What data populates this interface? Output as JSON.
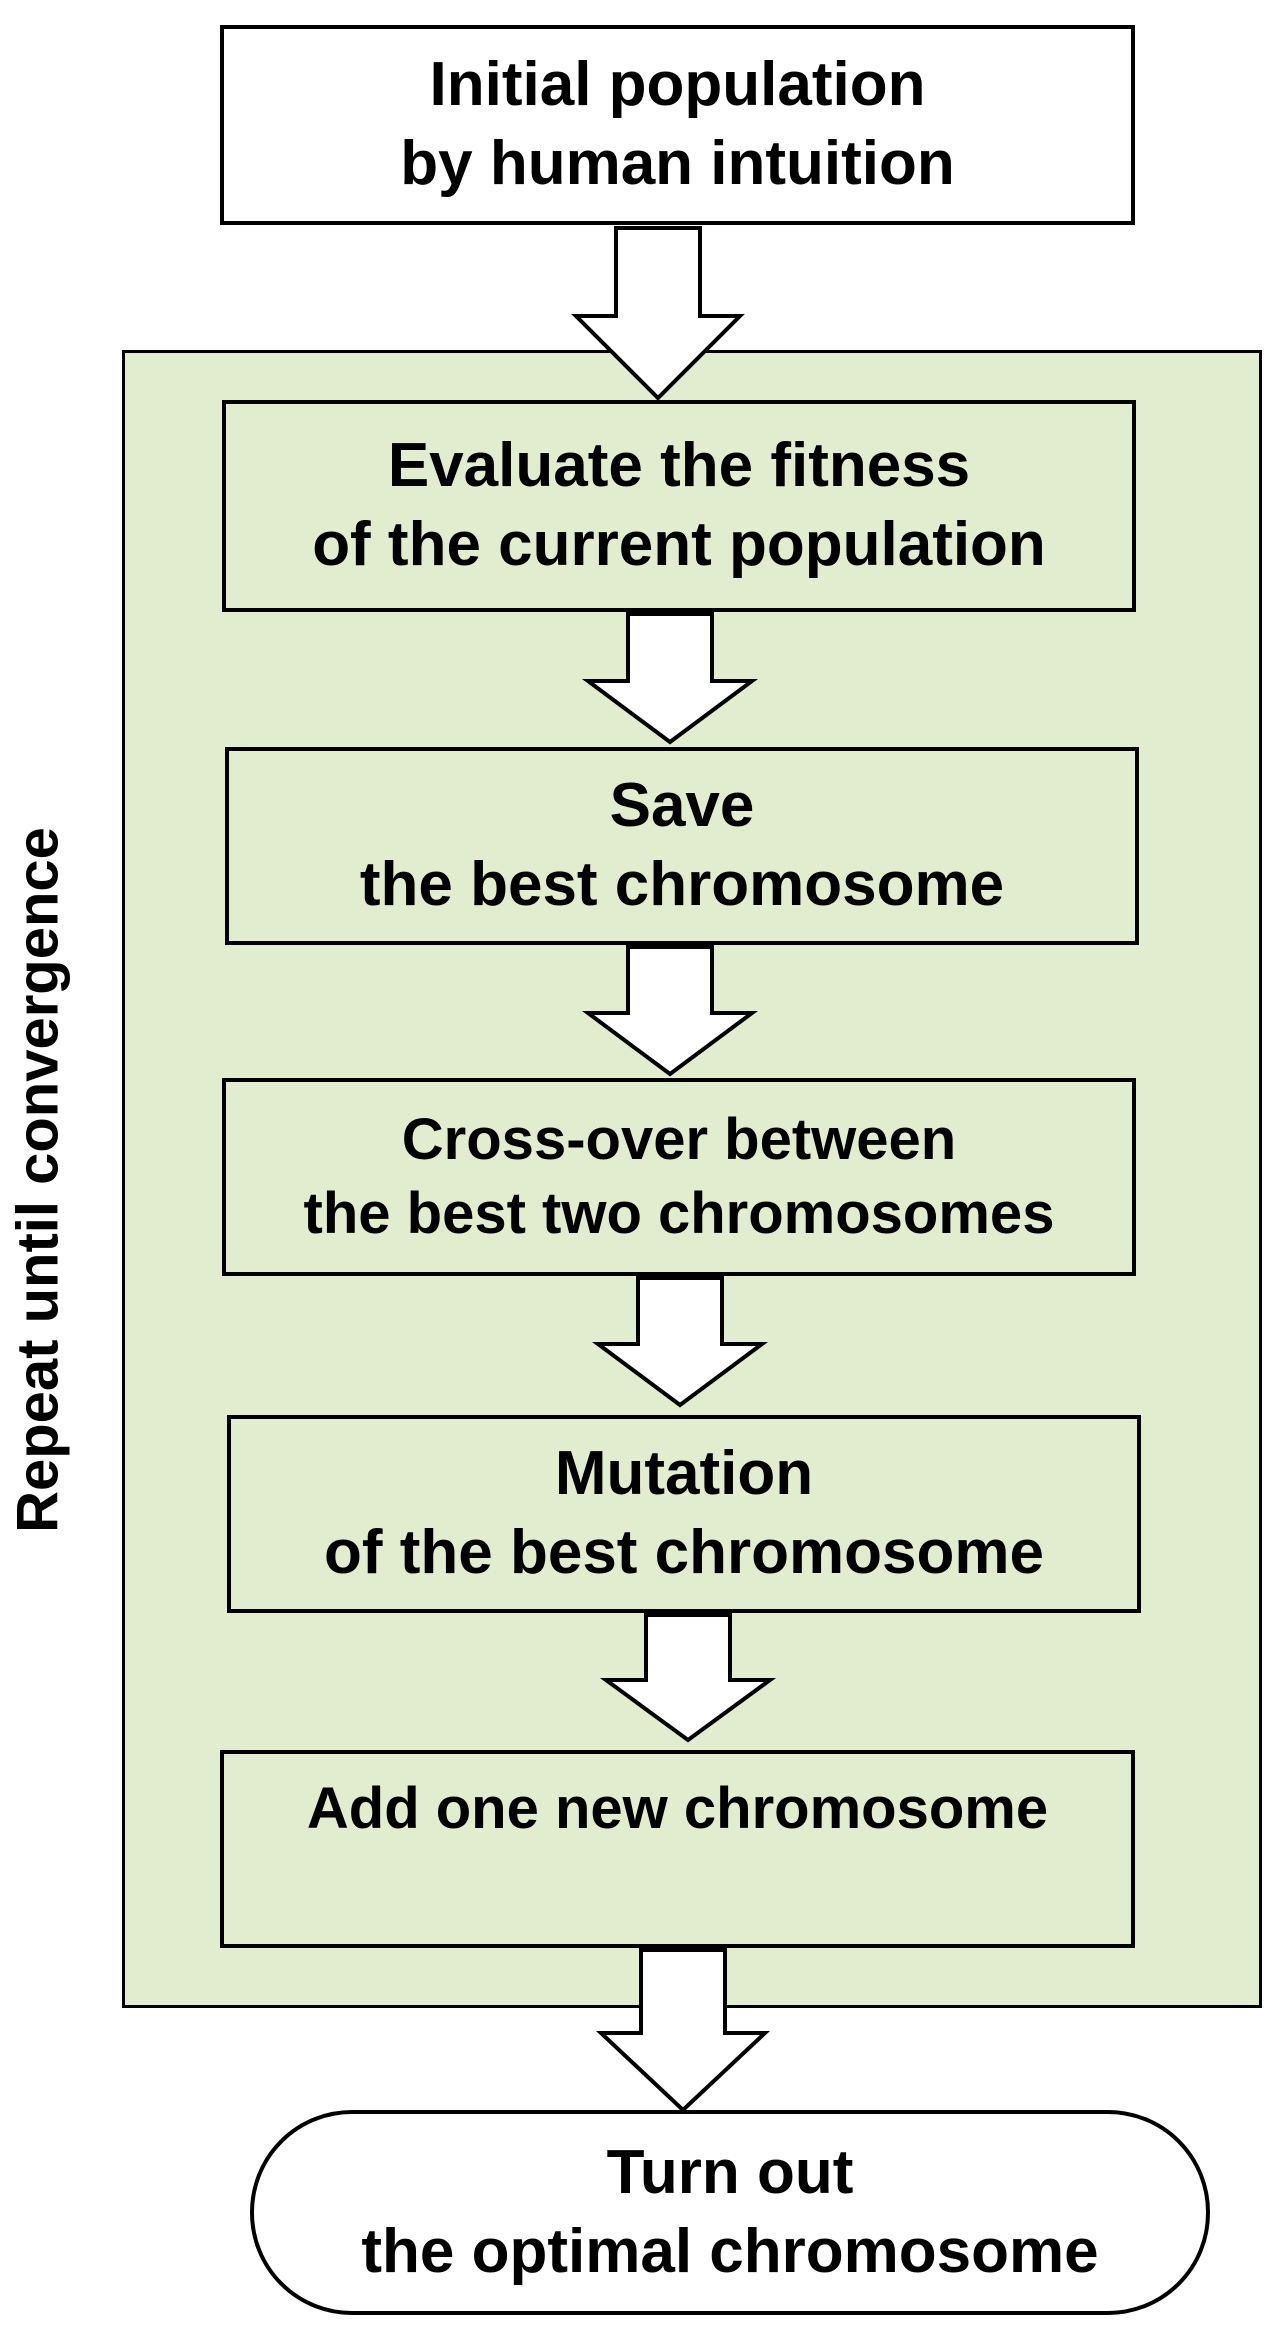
{
  "title": "",
  "loop": {
    "label": "Repeat until convergence"
  },
  "start": {
    "lines": [
      "Initial population",
      "by human intuition"
    ]
  },
  "steps": [
    {
      "lines": [
        "Evaluate the fitness",
        "of the current population"
      ]
    },
    {
      "lines": [
        "Save",
        "the best chromosome"
      ]
    },
    {
      "lines": [
        "Cross-over between",
        "the best two chromosomes"
      ]
    },
    {
      "lines": [
        "Mutation",
        "of the best chromosome"
      ]
    },
    {
      "lines": [
        "Add one new chromosome"
      ]
    }
  ],
  "end": {
    "lines": [
      "Turn out",
      "the optimal chromosome"
    ]
  },
  "colors": {
    "loop_fill": "#e2ecce",
    "box_fill": "#e2ecce",
    "stroke": "#000000",
    "arrow_fill": "#ffffff"
  }
}
